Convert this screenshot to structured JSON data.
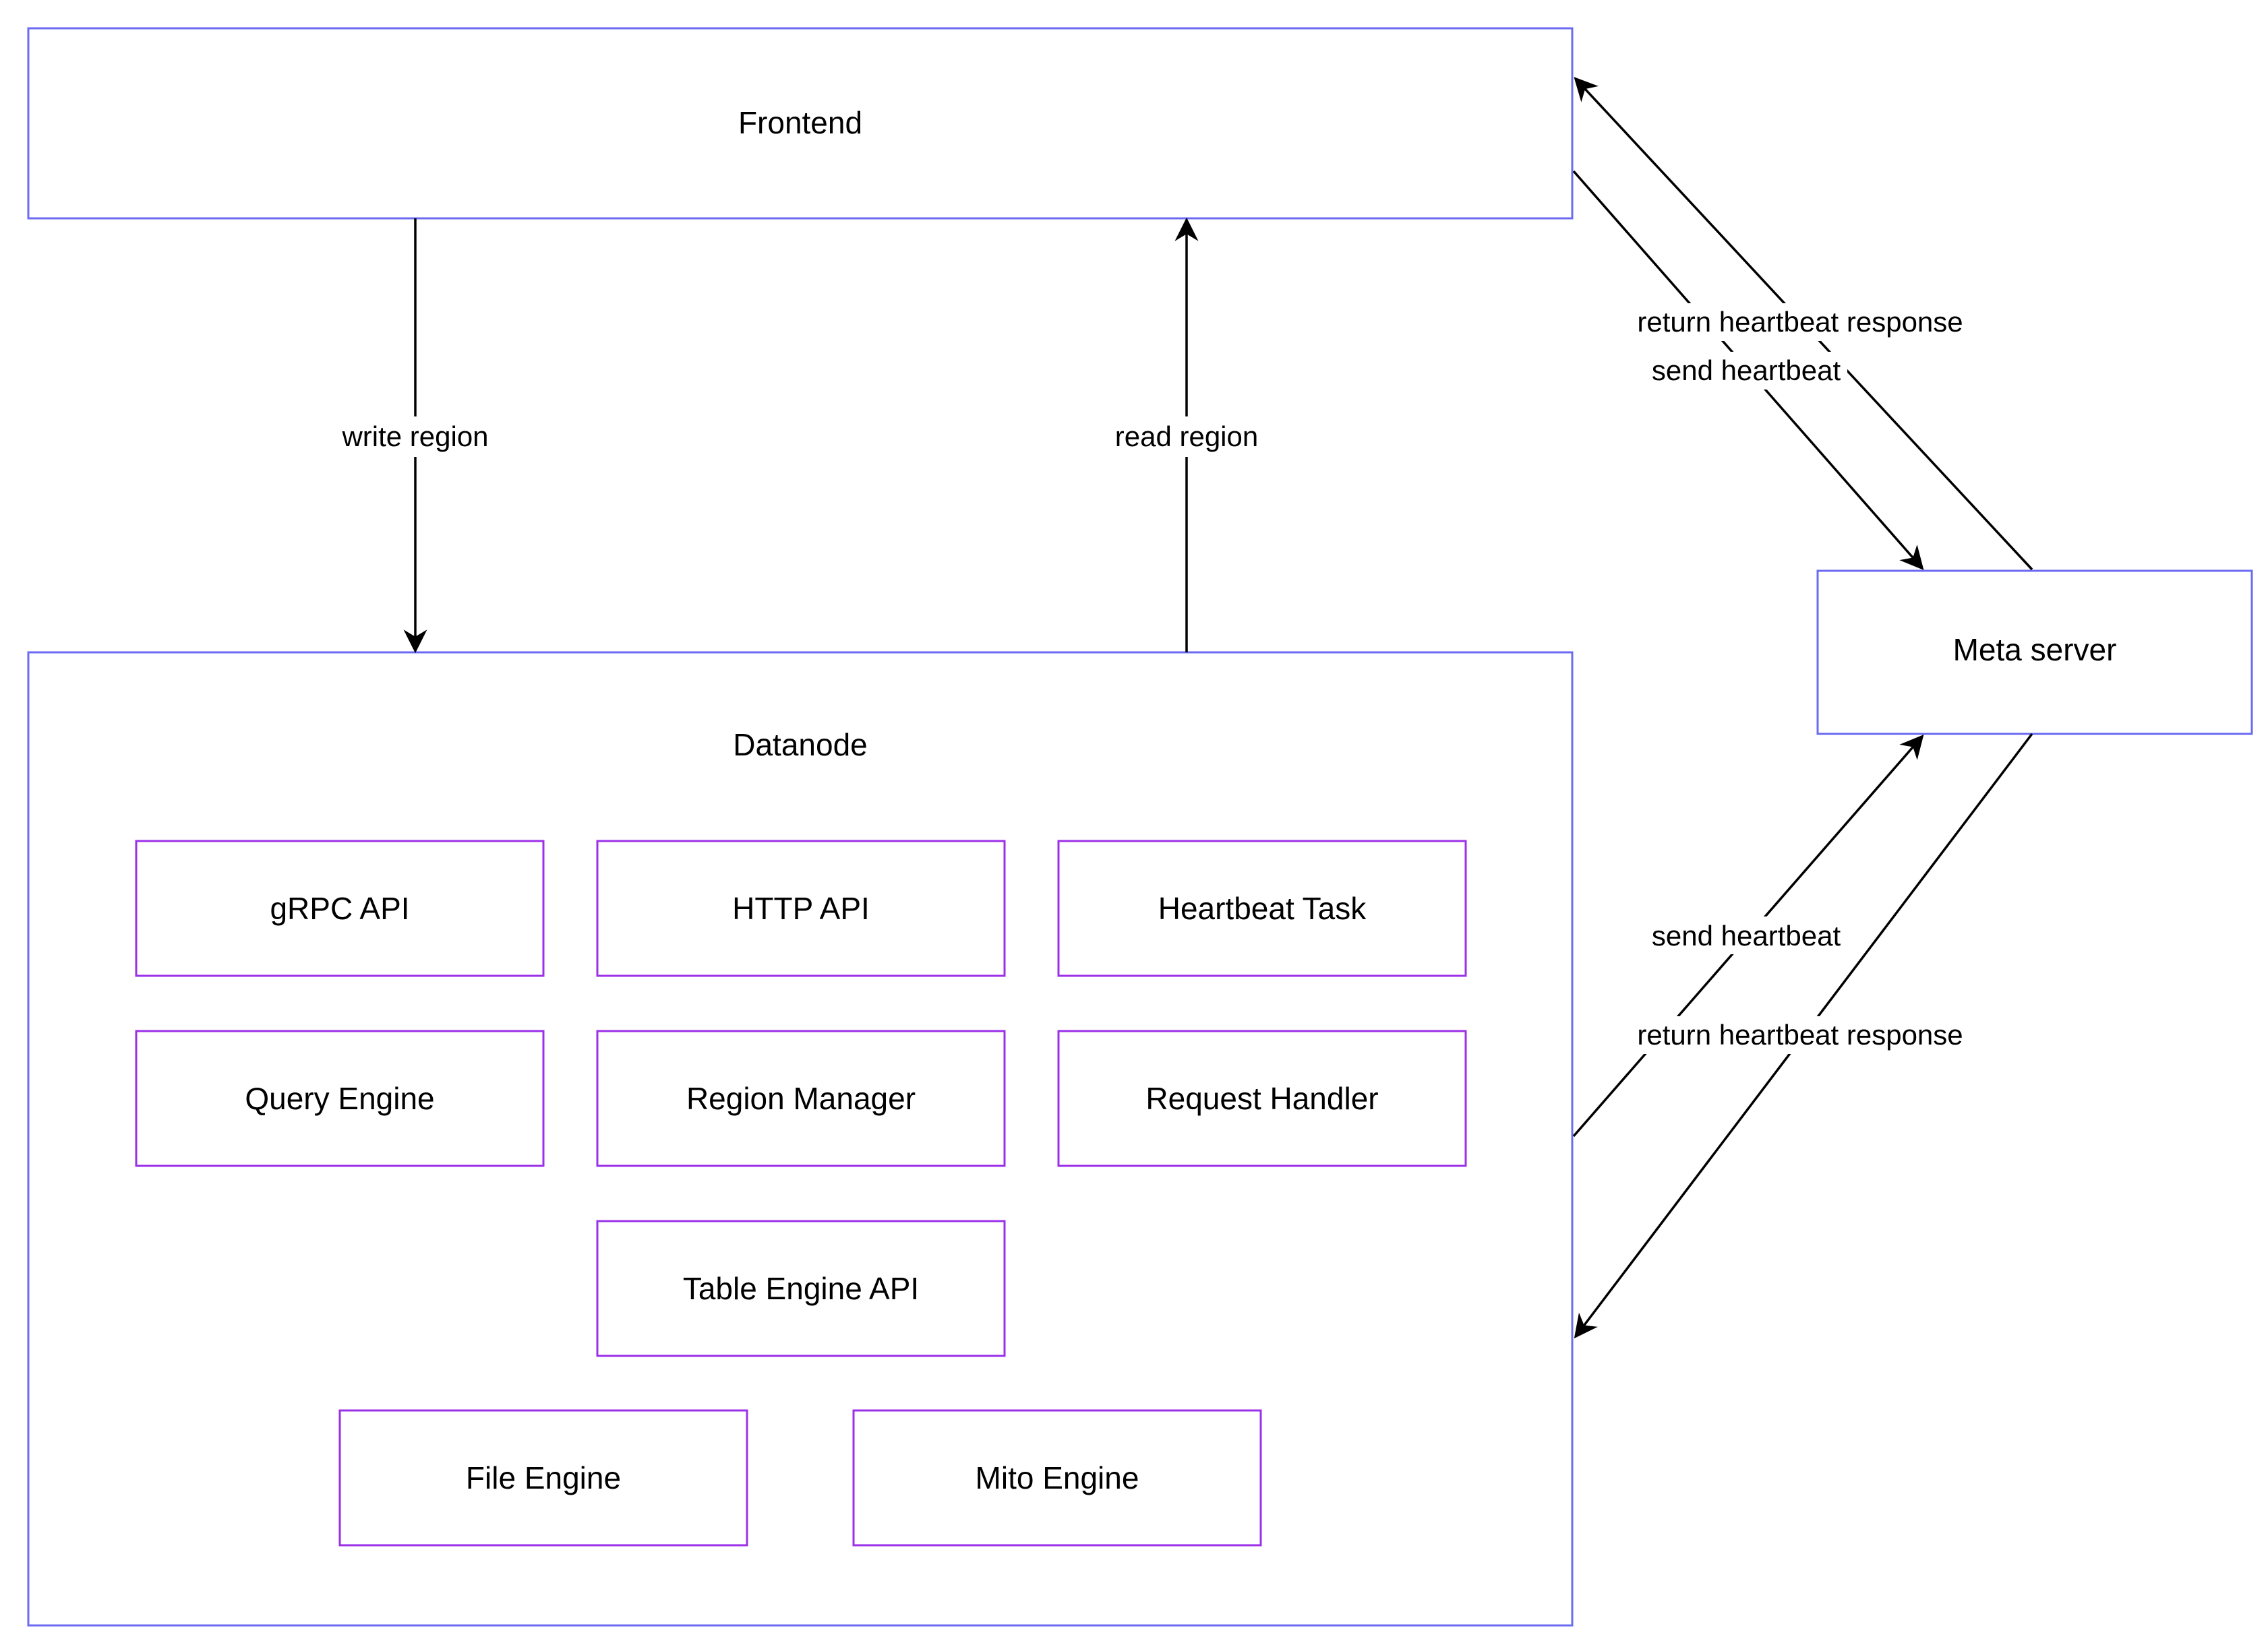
{
  "nodes": {
    "frontend": "Frontend",
    "datanode": "Datanode",
    "meta_server": "Meta server",
    "grpc_api": "gRPC API",
    "http_api": "HTTP API",
    "heartbeat_task": "Heartbeat Task",
    "query_engine": "Query Engine",
    "region_manager": "Region Manager",
    "request_handler": "Request Handler",
    "table_engine_api": "Table Engine API",
    "file_engine": "File Engine",
    "mito_engine": "Mito Engine"
  },
  "edges": {
    "write_region": "write region",
    "read_region": "read region",
    "top_return": "return heartbeat response",
    "top_send": "send heartbeat",
    "bottom_send": "send heartbeat",
    "bottom_return": "return heartbeat response"
  },
  "colors": {
    "outer_border": "#6b6bf2",
    "inner_border": "#9b30e8",
    "text": "#000000",
    "background": "#ffffff"
  }
}
